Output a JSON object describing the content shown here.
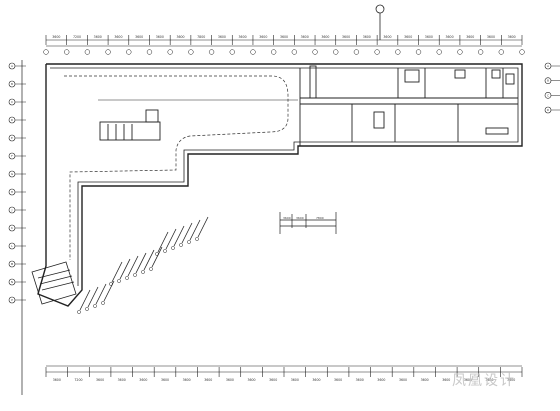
{
  "drawing": {
    "type": "architectural floor plan",
    "line_color": "#222222",
    "accent_color": "#444444",
    "watermark": "凤凰设计",
    "grid_axis_letters": [
      "A",
      "B",
      "C",
      "D",
      "E",
      "F",
      "G",
      "H",
      "J",
      "K",
      "L",
      "M",
      "N",
      "P",
      "Q",
      "R",
      "S",
      "T"
    ]
  },
  "dimensions": {
    "top_row": [
      "3600",
      "7200",
      "3600",
      "3600",
      "3600",
      "3600",
      "3600",
      "7800",
      "3600",
      "3600",
      "3600",
      "3600",
      "3600",
      "3600",
      "3600",
      "3600",
      "3600",
      "3600",
      "3600",
      "3600",
      "3600",
      "3600",
      "3600"
    ],
    "bottom_row": [
      "3600",
      "7200",
      "3600",
      "3600",
      "3600",
      "3600",
      "3600",
      "3600",
      "3600",
      "3600",
      "3600",
      "3600",
      "3600",
      "3600",
      "3600",
      "3600",
      "3600",
      "3600",
      "3600",
      "3600",
      "3600",
      "3600"
    ],
    "center_small": [
      "3600",
      "3600",
      "7800"
    ]
  }
}
